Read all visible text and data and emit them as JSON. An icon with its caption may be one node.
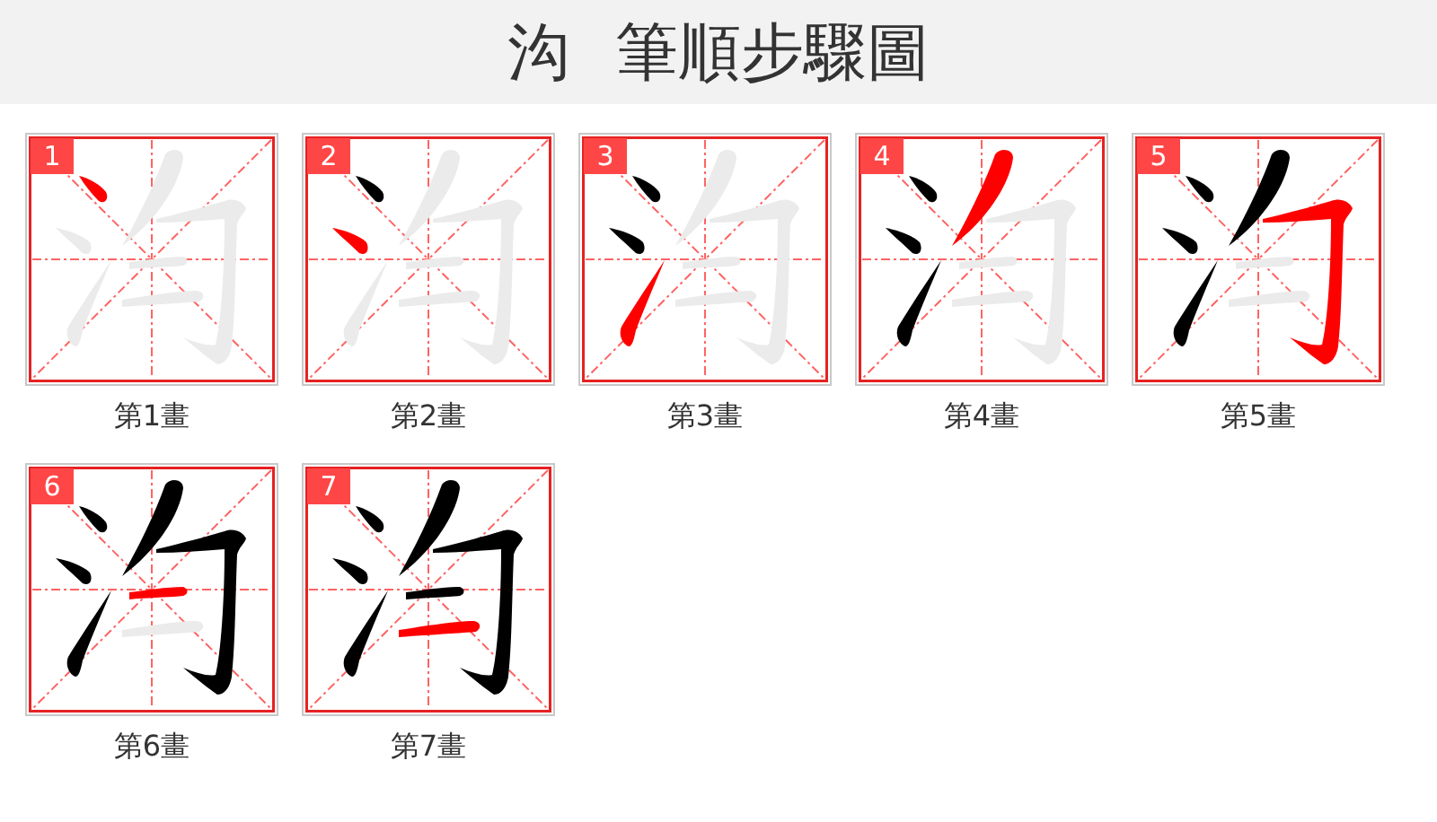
{
  "diagram": {
    "title": "沟 筆順步驟圖",
    "nodes": [
      {
        "text": [
          "1"
        ],
        "beside": [
          "第1畫"
        ]
      },
      {
        "text": [
          "2"
        ],
        "beside": [
          "第2畫"
        ]
      },
      {
        "text": [
          "3"
        ],
        "beside": [
          "第3畫"
        ]
      },
      {
        "text": [
          "4"
        ],
        "beside": [
          "第4畫"
        ]
      },
      {
        "text": [
          "5"
        ],
        "beside": [
          "第5畫"
        ]
      },
      {
        "text": [
          "6"
        ],
        "beside": [
          "第6畫"
        ]
      },
      {
        "text": [
          "7"
        ],
        "beside": [
          "第7畫"
        ]
      }
    ]
  }
}
